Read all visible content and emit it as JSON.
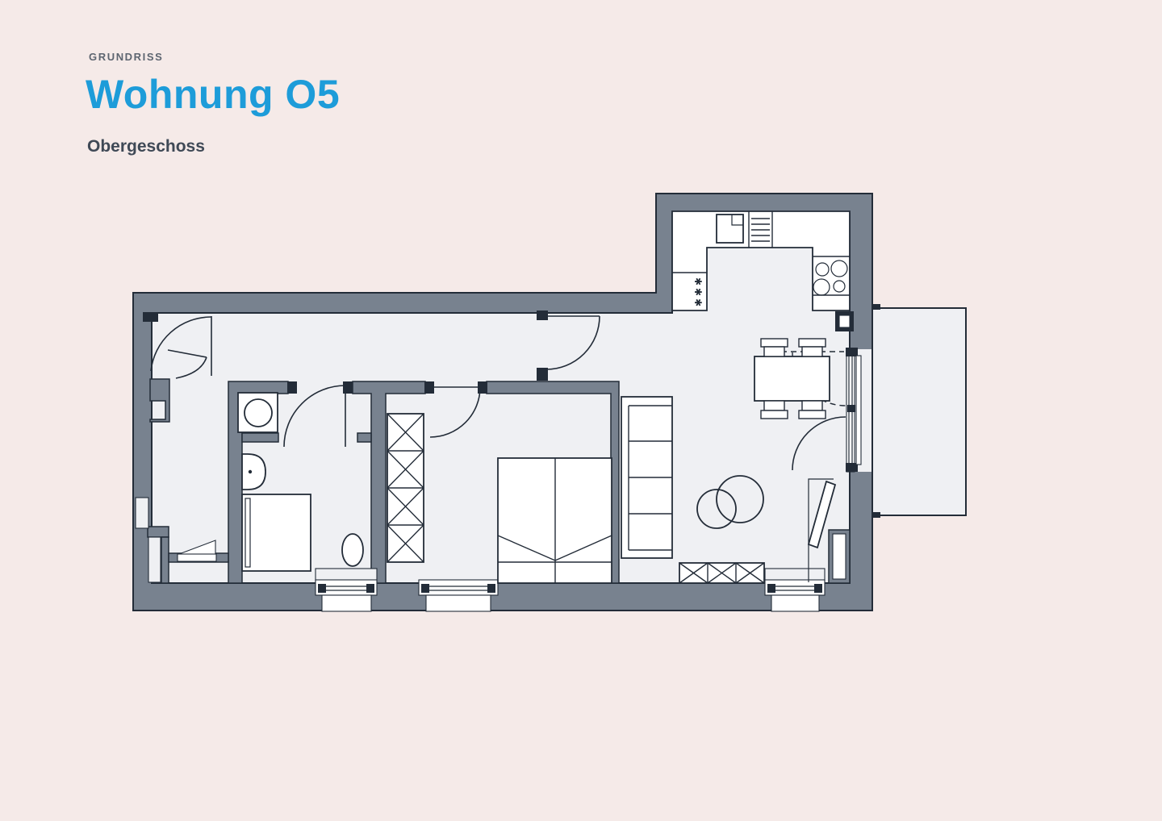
{
  "header": {
    "eyebrow": "GRUNDRISS",
    "title": "Wohnung O5",
    "subtitle": "Obergeschoss"
  },
  "plan": {
    "freezer_symbol": "✱✱✱"
  },
  "colors": {
    "background": "#f5eae8",
    "floor": "#eff0f3",
    "wall": "#78828f",
    "outline": "#232c38",
    "accent": "#1d9cd9",
    "furniture": "#ffffff"
  }
}
